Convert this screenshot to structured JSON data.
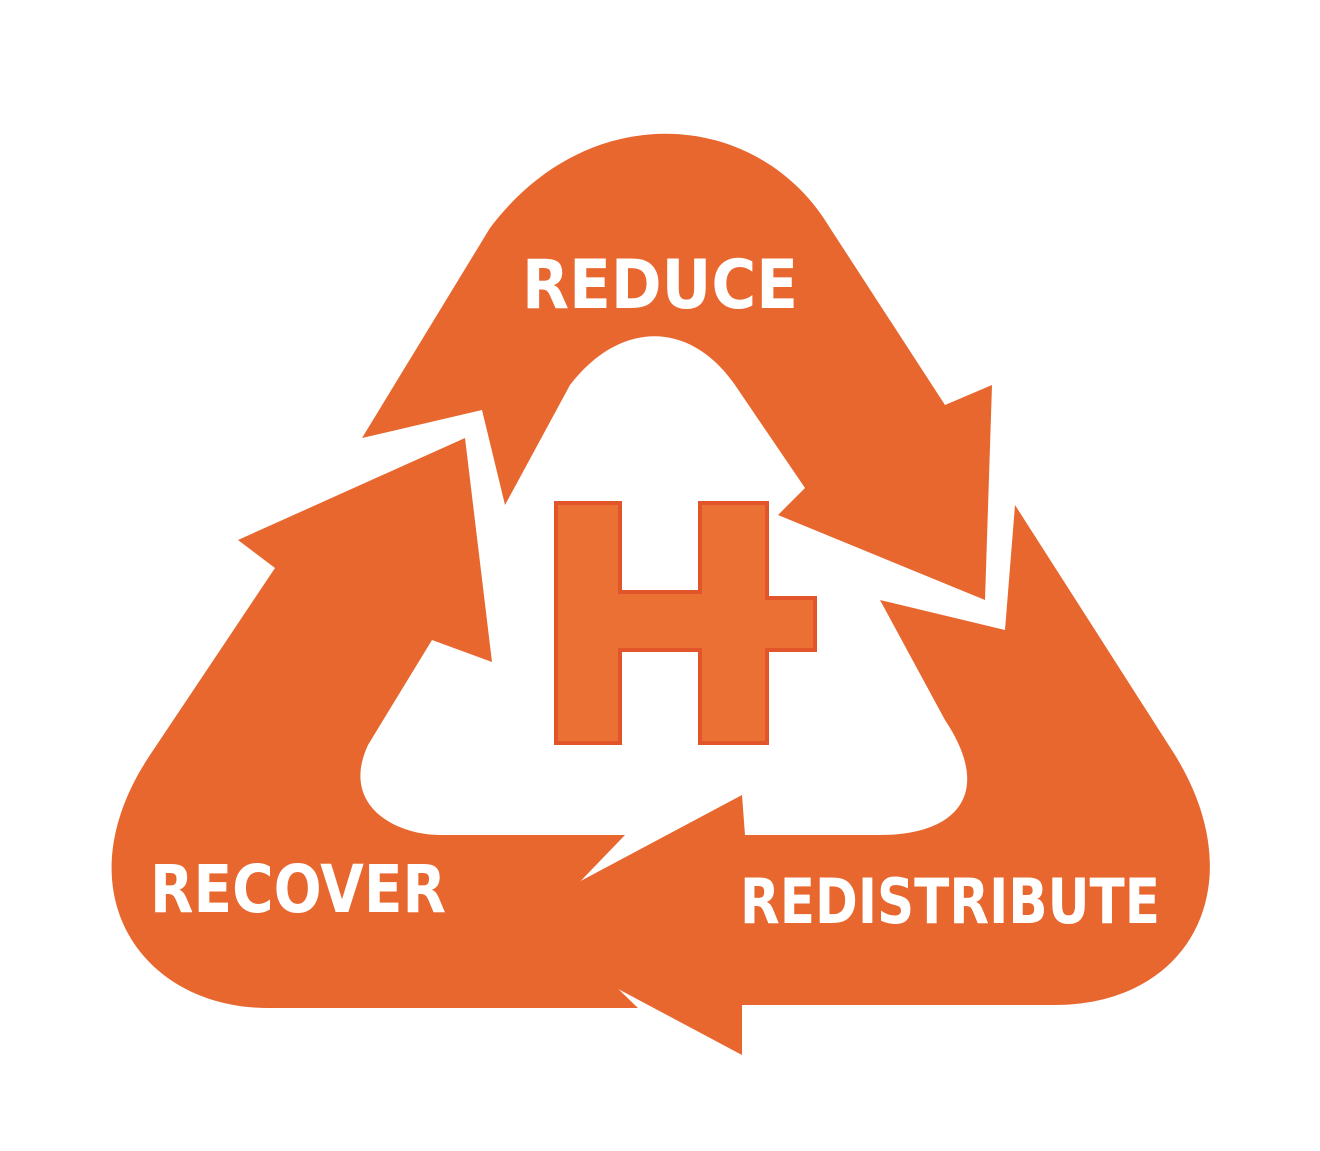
{
  "labels": {
    "reduce": "REDUCE",
    "recover": "RECOVER",
    "redistribute": "REDISTRIBUTE",
    "center_letter": "H"
  },
  "colors": {
    "primary_orange": "#E8672F",
    "center_letter_orange": "#EB7033",
    "letter_outline": "#E2552A",
    "background": "#FFFFFF",
    "text": "#FFFFFF"
  },
  "icon": "recycling-loop-arrows-icon"
}
